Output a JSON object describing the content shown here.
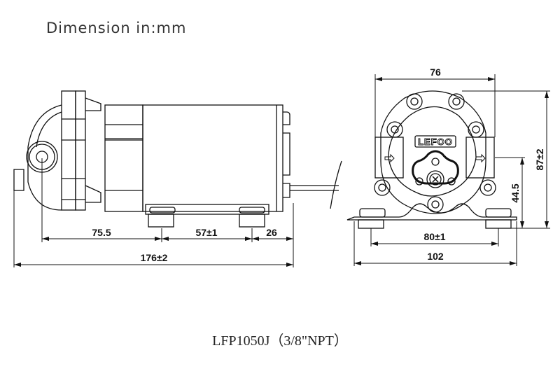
{
  "header": {
    "units_label": "Dimension in:mm"
  },
  "side_view": {
    "dimensions": {
      "inlet_to_foot": "75.5",
      "foot_spacing": "57±1",
      "foot_to_end": "26",
      "overall_length": "176±2"
    }
  },
  "front_view": {
    "brand_label": "LEFOO",
    "dimensions": {
      "head_width": "76",
      "overall_height": "87±2",
      "port_height": "44.5",
      "mount_hole_spacing": "80±1",
      "base_width": "102"
    }
  },
  "footer": {
    "model_label": "LFP1050J（3/8\"NPT）"
  }
}
